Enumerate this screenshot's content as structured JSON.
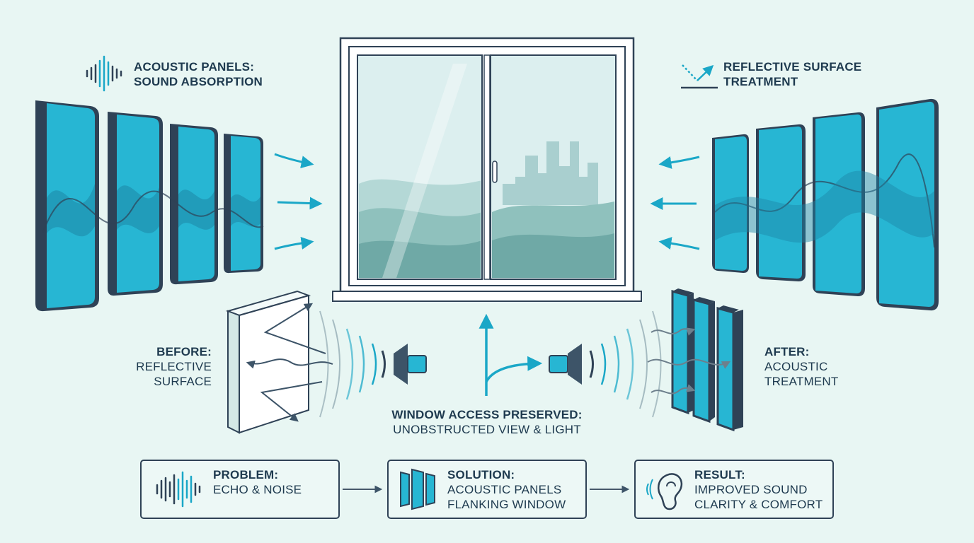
{
  "colors": {
    "background": "#e8f6f3",
    "panel_cyan": "#27b6d3",
    "panel_dark": "#2f4256",
    "accent": "#1aa7c7",
    "line": "#1e3a4f",
    "landscape": "#8fc1bd"
  },
  "top_left_label": {
    "title": "ACOUSTIC PANELS:",
    "subtitle": "SOUND ABSORPTION",
    "icon": "soundwave-icon"
  },
  "top_right_label": {
    "title": "REFLECTIVE SURFACE",
    "subtitle": "TREATMENT",
    "icon": "reflection-arrow-icon"
  },
  "before_label": {
    "title": "BEFORE:",
    "line1": "REFLECTIVE",
    "line2": "SURFACE"
  },
  "after_label": {
    "title": "AFTER:",
    "line1": "ACOUSTIC",
    "line2": "TREATMENT"
  },
  "window_label": {
    "title": "WINDOW ACCESS PRESERVED:",
    "subtitle": "UNOBSTRUCTED VIEW & LIGHT"
  },
  "flow": [
    {
      "title": "PROBLEM:",
      "line1": "ECHO & NOISE",
      "line2": "",
      "icon": "soundwave-icon"
    },
    {
      "title": "SOLUTION:",
      "line1": "ACOUSTIC PANELS",
      "line2": "FLANKING WINDOW",
      "icon": "panels-icon"
    },
    {
      "title": "RESULT:",
      "line1": "IMPROVED SOUND",
      "line2": "CLARITY & COMFORT",
      "icon": "ear-icon"
    }
  ]
}
